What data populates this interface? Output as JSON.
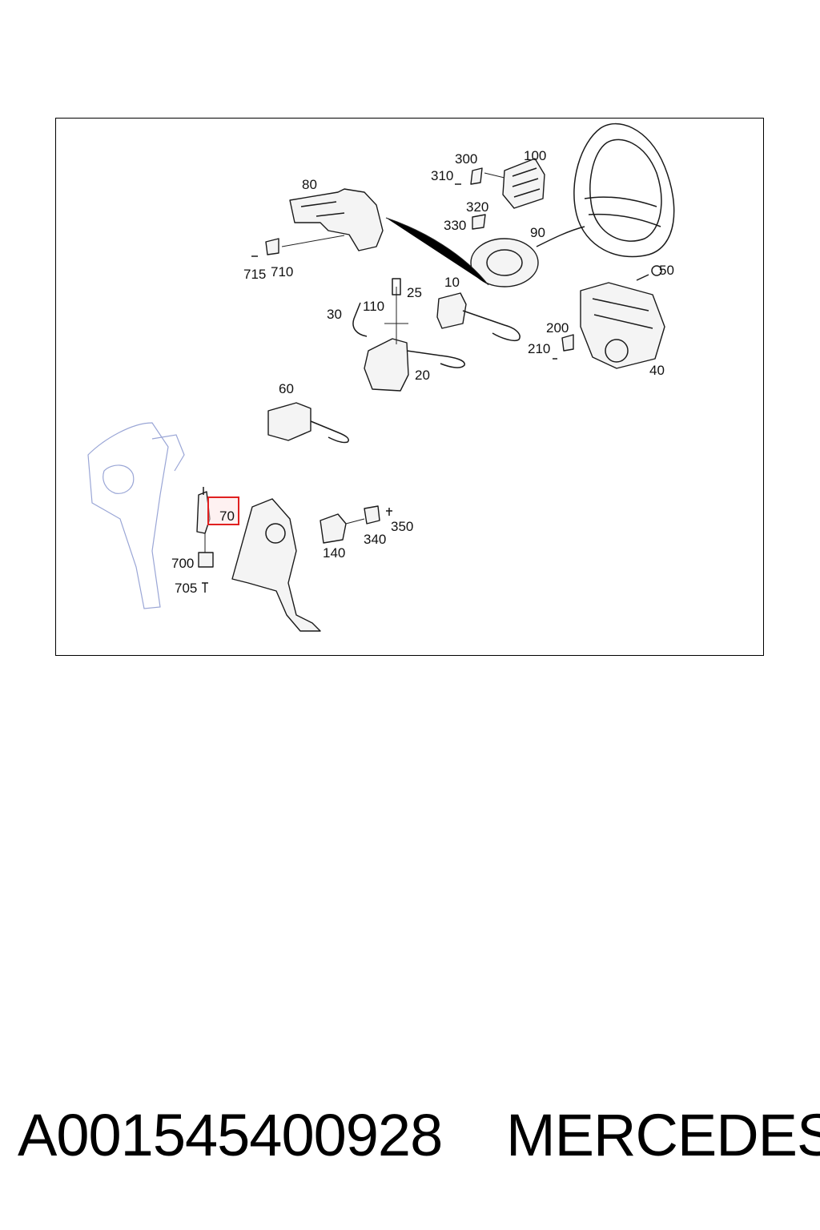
{
  "diagram": {
    "callouts": {
      "c10": "10",
      "c20": "20",
      "c25": "25",
      "c30": "30",
      "c40": "40",
      "c50": "50",
      "c60": "60",
      "c70": "70",
      "c80": "80",
      "c90": "90",
      "c100": "100",
      "c110": "110",
      "c140": "140",
      "c200": "200",
      "c210": "210",
      "c300": "300",
      "c310": "310",
      "c320": "320",
      "c330": "330",
      "c340": "340",
      "c350": "350",
      "c700": "700",
      "c705": "705",
      "c710": "710",
      "c715": "715"
    },
    "highlighted_callout": "70",
    "highlight_color": "#e02020"
  },
  "footer": {
    "part_number": "A001545400928",
    "brand": "MERCEDES"
  }
}
